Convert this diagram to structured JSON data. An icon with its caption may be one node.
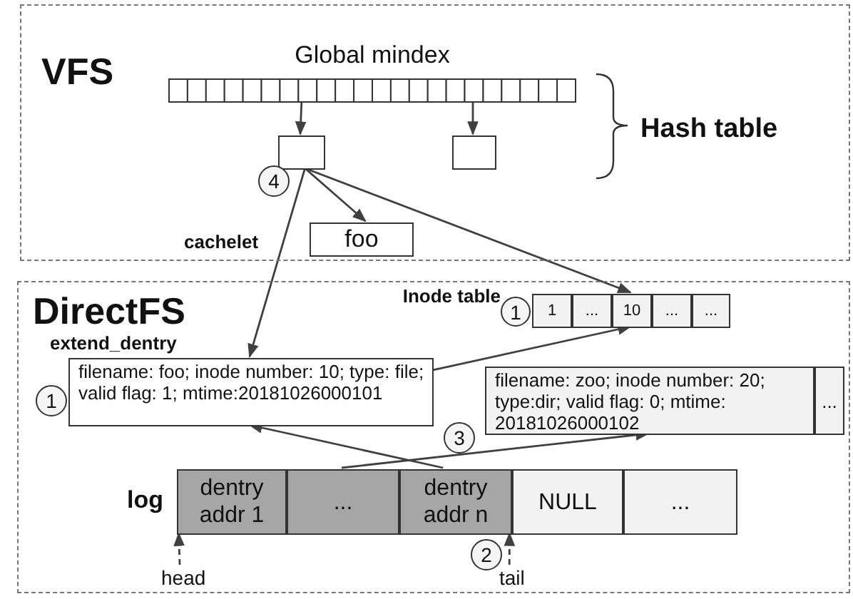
{
  "diagram": {
    "nodes": [
      {
        "text": [
          "VFS"
        ]
      },
      {
        "text": [
          "Global mindex"
        ],
        "in": 0
      },
      {
        "text": [],
        "shape": "box",
        "in": 0
      },
      {
        "text": [],
        "shape": "box",
        "in": 0
      },
      {
        "text": [
          "foo"
        ],
        "in": 0,
        "beside": [
          "cachelet"
        ]
      },
      {
        "text": [
          "DirectFS"
        ]
      },
      {
        "text": [
          "Inode table"
        ],
        "in": 5
      },
      {
        "text": [
          "1"
        ],
        "in": 6
      },
      {
        "text": [
          "..."
        ],
        "in": 6
      },
      {
        "text": [
          "10"
        ],
        "in": 6
      },
      {
        "text": [
          "..."
        ],
        "in": 6
      },
      {
        "text": [
          "..."
        ],
        "in": 6
      },
      {
        "text": [
          "extend_dentry",
          "filename: foo; inode number: 10; type: file; valid flag: 1; mtime:20181026000101"
        ],
        "in": 5
      },
      {
        "text": [
          "filename: zoo; inode number: 20; type:dir; valid flag: 0; mtime: 20181026000102"
        ],
        "in": 5
      },
      {
        "text": [
          "..."
        ],
        "in": 5
      },
      {
        "text": [],
        "shape": "bar",
        "in": 5,
        "beside": [
          "log"
        ]
      },
      {
        "text": [
          "dentry addr 1"
        ],
        "in": 15
      },
      {
        "text": [
          "..."
        ],
        "in": 15
      },
      {
        "text": [
          "dentry addr n"
        ],
        "in": 15
      },
      {
        "text": [
          "NULL"
        ],
        "in": 15
      },
      {
        "text": [
          "..."
        ],
        "in": 15
      },
      {
        "text": [
          "head"
        ],
        "in": 5
      },
      {
        "text": [
          "tail"
        ],
        "in": 5
      },
      {
        "text": [
          "3"
        ],
        "in": 5
      },
      {
        "text": [
          "4"
        ],
        "in": 0
      },
      {
        "text": [
          "1"
        ],
        "in": 5
      },
      {
        "text": [
          "1"
        ],
        "in": 5
      },
      {
        "text": [
          "2"
        ],
        "in": 5
      }
    ],
    "edges": [
      {
        "from": 1,
        "to": 2,
        "arrow": "to"
      },
      {
        "from": 1,
        "to": 3,
        "arrow": "to"
      },
      {
        "from": 2,
        "to": 4,
        "arrow": "to"
      },
      {
        "from": 2,
        "to": 12,
        "arrow": "to"
      },
      {
        "from": 2,
        "to": 9,
        "arrow": "to"
      },
      {
        "from": 12,
        "to": 9,
        "arrow": "to"
      },
      {
        "from": 18,
        "to": 12,
        "arrow": "to"
      },
      {
        "from": 17,
        "to": 13,
        "arrow": "to"
      },
      {
        "from": 21,
        "to": 16,
        "arrow": "to",
        "style": "dashed"
      },
      {
        "from": 22,
        "to": 18,
        "arrow": "to",
        "style": "dashed"
      }
    ],
    "labels": [
      "Hash table"
    ]
  }
}
